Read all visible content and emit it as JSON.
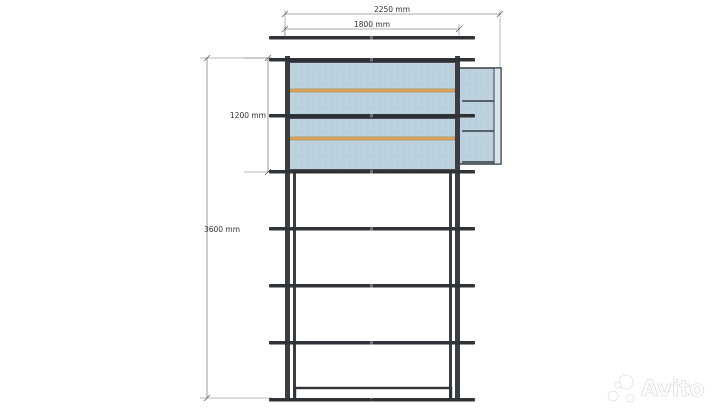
{
  "dimensions": {
    "overall_width": "2250 mm",
    "inner_width": "1800 mm",
    "upper_height": "1200 mm",
    "total_height": "3600 mm"
  },
  "watermark": {
    "text": "Avito"
  },
  "colors": {
    "frame": "#3a3d42",
    "panel": "#bcd3df",
    "plank": "#e0a95a",
    "background": "#ffffff"
  }
}
